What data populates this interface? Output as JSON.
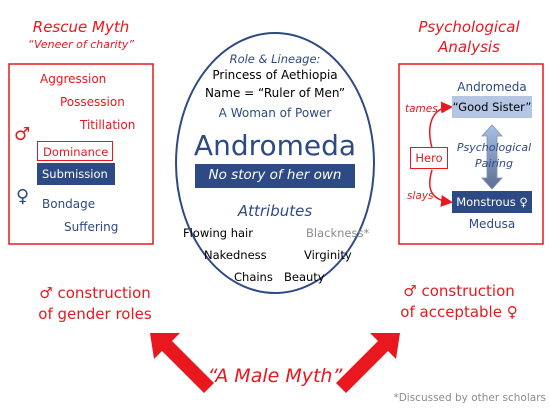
{
  "left_panel": {
    "heading": "Rescue Myth",
    "subheading": "“Veneer of charity”",
    "items_red": [
      "Aggression",
      "Possession",
      "Titillation"
    ],
    "male_symbol": "♂",
    "female_symbol": "♀",
    "dominance_label": "Dominance",
    "submission_label": "Submission",
    "items_blue": [
      "Bondage",
      "Suffering"
    ]
  },
  "center": {
    "role_heading": "Role & Lineage:",
    "lineage_1": "Princess of Aethiopia",
    "lineage_2": "Name = “Ruler of Men”",
    "lineage_3": "A Woman of Power",
    "title": "Andromeda",
    "banner": "No story of her own",
    "attributes_heading": "Attributes",
    "attributes": {
      "flowing_hair": "Flowing hair",
      "blackness": "Blackness*",
      "nakedness": "Nakedness",
      "virginity": "Virginity",
      "chains": "Chains",
      "beauty": "Beauty"
    }
  },
  "right_panel": {
    "heading_1": "Psychological",
    "heading_2": "Analysis",
    "andromeda_label": "Andromeda",
    "good_sister_label": "“Good Sister”",
    "tames_label": "tames",
    "slays_label": "slays",
    "hero_label": "Hero",
    "pairing_1": "Psychological",
    "pairing_2": "Pairing",
    "monstrous_label": "Monstrous ♀",
    "medusa_label": "Medusa"
  },
  "bottom": {
    "left_line_1": "♂ construction",
    "left_line_2": "of gender roles",
    "right_line_1": "♂ construction",
    "right_line_2": "of acceptable ♀",
    "myth_label": "“A Male Myth”",
    "footnote": "*Discussed by other scholars"
  },
  "colors": {
    "red": "#e8181e",
    "navy": "#2e4a84",
    "light_blue": "#b4c6e4",
    "grey": "#8c8c8c"
  }
}
